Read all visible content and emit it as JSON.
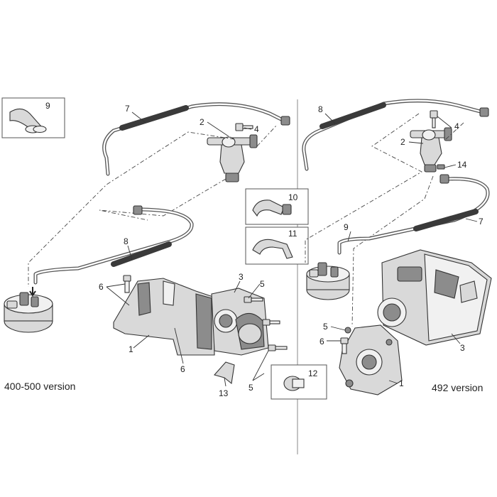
{
  "versions": {
    "left": "400-500 version",
    "right": "492 version"
  },
  "callouts": {
    "left": [
      "9",
      "7",
      "2",
      "4",
      "8",
      "6",
      "3",
      "5",
      "1",
      "6",
      "13",
      "5"
    ],
    "center": [
      "10",
      "11",
      "12"
    ],
    "right": [
      "8",
      "4",
      "2",
      "14",
      "9",
      "7",
      "5",
      "6",
      "3",
      "1"
    ]
  },
  "colors": {
    "line": "#333333",
    "part_fill": "#d9d9d9",
    "part_dark": "#8c8c8c"
  }
}
